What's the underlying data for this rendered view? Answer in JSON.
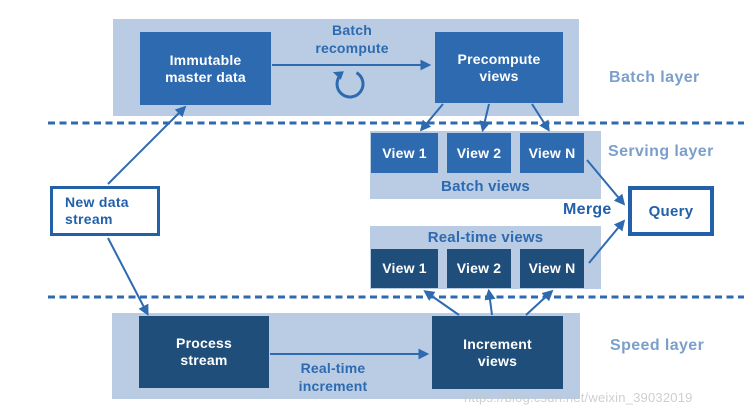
{
  "colors": {
    "container_light_blue": "#b9cce4",
    "box_medium_blue": "#2d6ab0",
    "box_dark_navy": "#1f4e7b",
    "arrow_blue": "#2d6ab0",
    "outline_text_blue": "#2260aa",
    "layer_label_blue": "#7b9fcb",
    "watermark_gray": "#c7c7c7",
    "box_text_white": "#ffffff"
  },
  "input": {
    "new_data_stream": "New data\nstream"
  },
  "batch_layer": {
    "label": "Batch layer",
    "immutable_box": "Immutable\nmaster data",
    "recompute_label": "Batch\nrecompute",
    "recompute_icon": "counterclockwise-loop-arrow",
    "precompute_box": "Precompute\nviews"
  },
  "serving_layer": {
    "label": "Serving layer",
    "batch_views": {
      "title": "Batch views",
      "views": [
        "View 1",
        "View 2",
        "View N"
      ]
    },
    "realtime_views": {
      "title": "Real-time views",
      "views": [
        "View 1",
        "View 2",
        "View N"
      ]
    },
    "merge_label": "Merge",
    "query_box": "Query"
  },
  "speed_layer": {
    "label": "Speed layer",
    "process_box": "Process\nstream",
    "increment_label": "Real-time\nincrement",
    "increment_box": "Increment\nviews"
  },
  "watermark": {
    "text": "https://blog.csdn.net/weixin_39032019"
  }
}
